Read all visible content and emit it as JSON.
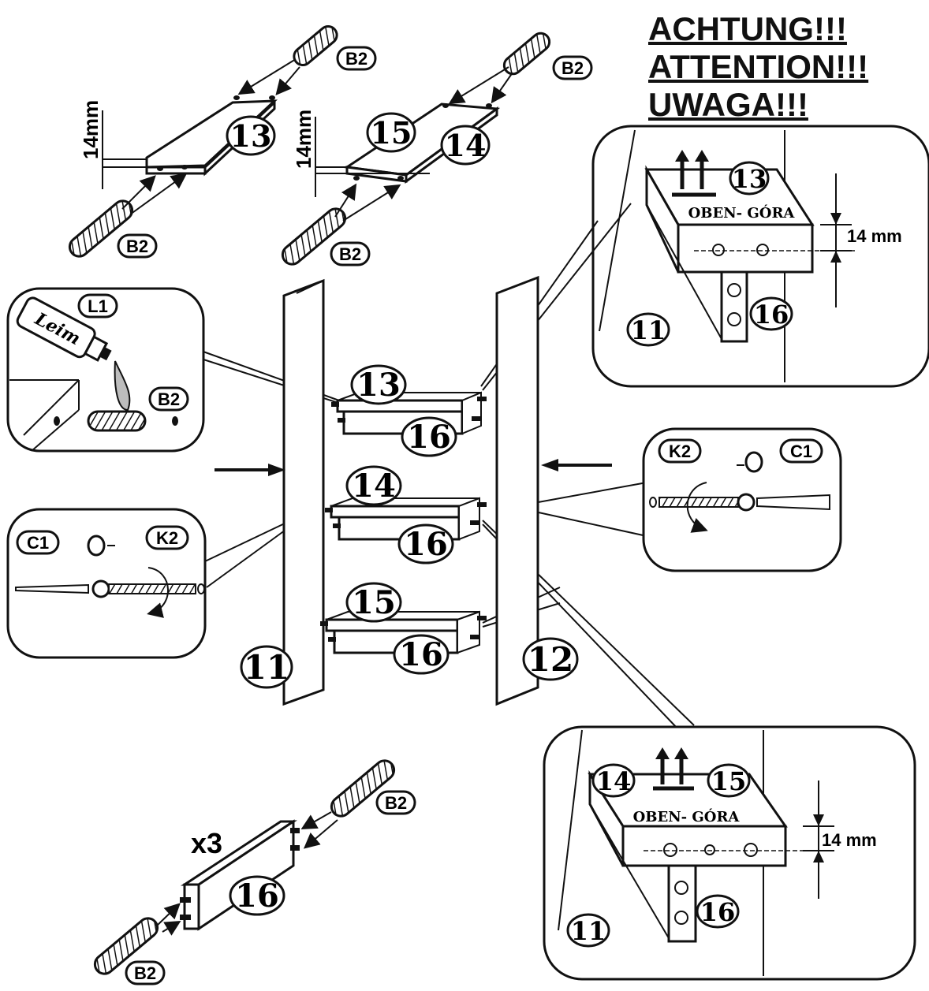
{
  "warning": {
    "line1": "ACHTUNG!!!",
    "line2": "ATTENTION!!!",
    "line3": "UWAGA!!!"
  },
  "labels": {
    "dowel": "B2",
    "glue": "L1",
    "glue_tube": "Leim",
    "cam_bolt": "K2",
    "cam_lock": "C1",
    "times_three": "x3",
    "height_14mm": "14mm",
    "height_14_mm": "14 mm",
    "top_mark": "OBEN- GÓRA"
  },
  "parts": {
    "left_side": "11",
    "right_side": "12",
    "shelf_top": "13",
    "shelf_middle": "14",
    "shelf_bottom": "15",
    "rail": "16"
  },
  "colors": {
    "ink": "#111111",
    "paper": "#ffffff",
    "glue_drop": "#bdbdbd"
  }
}
